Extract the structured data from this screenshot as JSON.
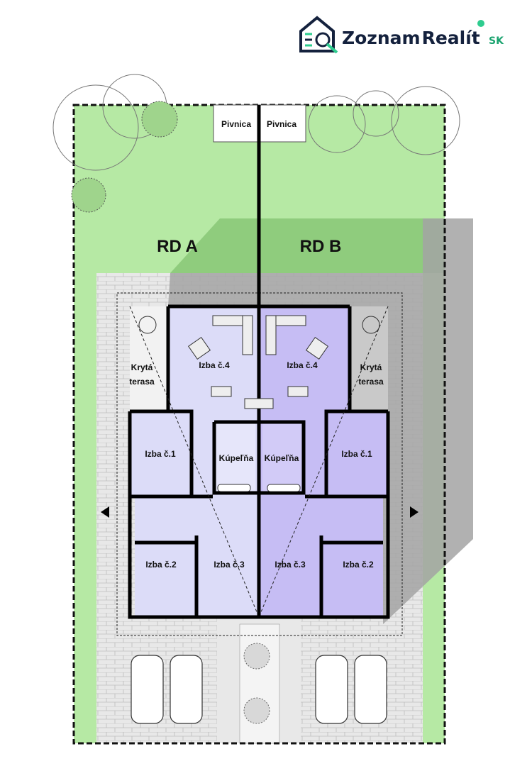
{
  "logo": {
    "brand": "Zoznam Realít",
    "name_part1": "Zoznam",
    "name_part2": "Realít",
    "suffix": "SK",
    "colors": {
      "navy": "#14213d",
      "green": "#2ecc8f"
    }
  },
  "plan": {
    "house_a": {
      "label": "RD A",
      "cellar": "Pivnica",
      "terrace_line1": "Krytá",
      "terrace_line2": "terasa",
      "rooms": {
        "living": "Izba č.4",
        "room1": "Izba č.1",
        "room2": "Izba č.2",
        "room3": "Izba č.3",
        "bathroom": "Kúpeľňa"
      }
    },
    "house_b": {
      "label": "RD B",
      "cellar": "Pivnica",
      "terrace_line1": "Krytá",
      "terrace_line2": "terasa",
      "rooms": {
        "living": "Izba č.4",
        "room1": "Izba č.1",
        "room2": "Izba č.2",
        "room3": "Izba č.3",
        "bathroom": "Kúpeľňa"
      }
    },
    "colors": {
      "lawn": "#b6e9a4",
      "lawn_shadow": "#8fcc7d",
      "paving": "#e8e8e8",
      "house_a": "#dcdcf8",
      "house_b": "#c6bdf4",
      "shadow": "#a3a3a3"
    }
  }
}
